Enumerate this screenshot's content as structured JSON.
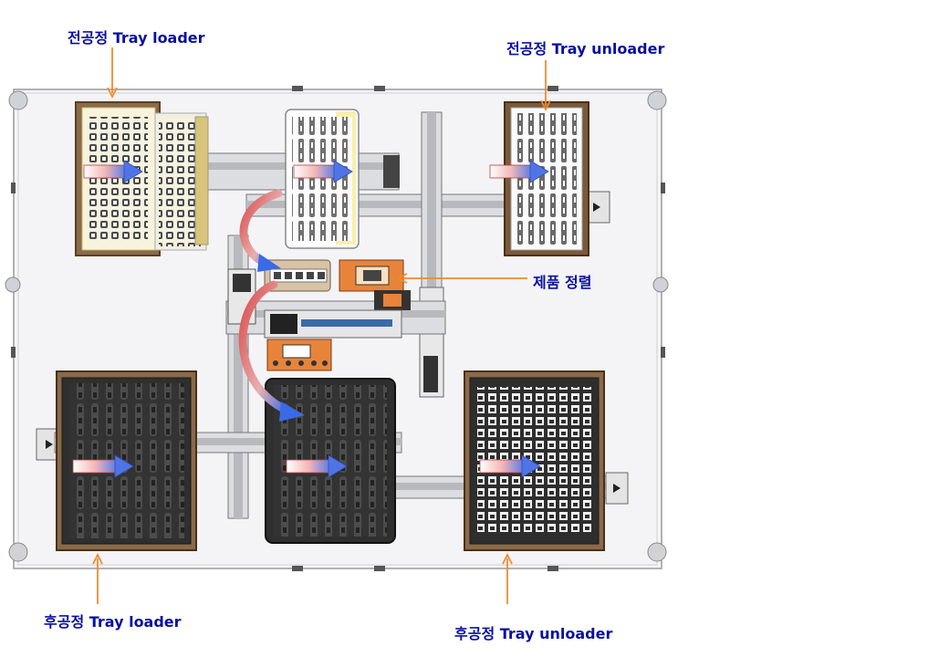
{
  "labels": {
    "pre_loader": "전공정 Tray loader",
    "pre_unloader": "전공정 Tray unloader",
    "sorting": "제품 정렬",
    "post_loader": "후공정 Tray loader",
    "post_unloader": "후공정 Tray unloader"
  },
  "colors": {
    "label_text": "#0a10a0",
    "callout_line": "#f08a30",
    "tray_frame": "#7a5a3a",
    "tray_dark": "#3a3a3a",
    "machine_plate": "#f4f4f6",
    "accent_orange": "#e8843a"
  }
}
